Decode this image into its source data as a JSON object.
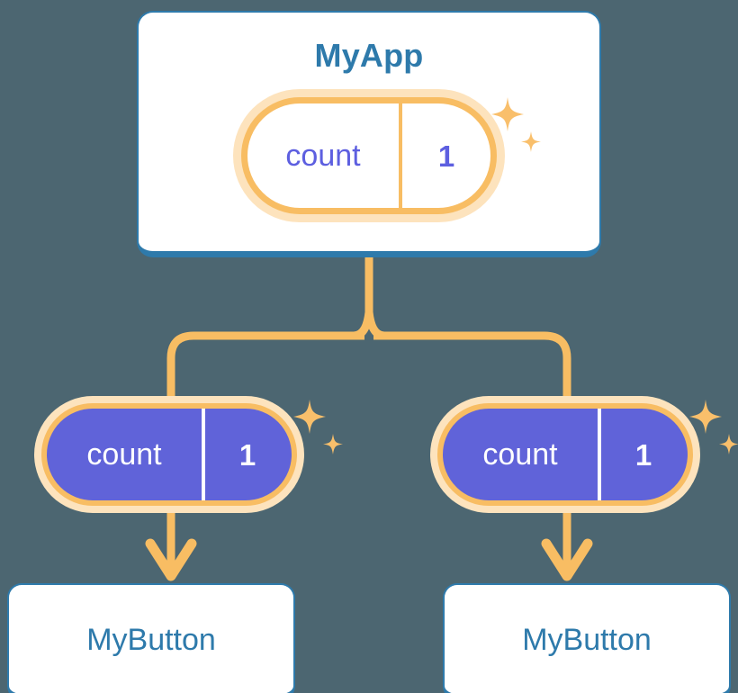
{
  "diagram": {
    "title_colors": {
      "background": "#4c6671",
      "card_border": "#2e7aab",
      "card_text": "#2e7aab",
      "card_fill": "#ffffff",
      "pill_ring": "#f8bd63",
      "pill_glow": "#fde3bd",
      "pill_fill_child": "#6063d9",
      "pill_text_root": "#5d5fe0",
      "pill_text_child": "#ffffff",
      "connector": "#f8bd63",
      "sparkle": "#f9bf6b"
    },
    "root": {
      "card_label": "MyApp",
      "state": {
        "key": "count",
        "value": "1"
      },
      "sparkle_name": "sparkles-icon"
    },
    "children": [
      {
        "id": "left",
        "state": {
          "key": "count",
          "value": "1"
        },
        "card_label": "MyButton",
        "sparkle_name": "sparkles-icon"
      },
      {
        "id": "right",
        "state": {
          "key": "count",
          "value": "1"
        },
        "card_label": "MyButton",
        "sparkle_name": "sparkles-icon"
      }
    ],
    "connectors": {
      "trunk_name": "connector-trunk",
      "branch_left_name": "connector-branch-left",
      "branch_right_name": "connector-branch-right",
      "arrow_left_name": "arrow-down-left",
      "arrow_right_name": "arrow-down-right"
    }
  }
}
